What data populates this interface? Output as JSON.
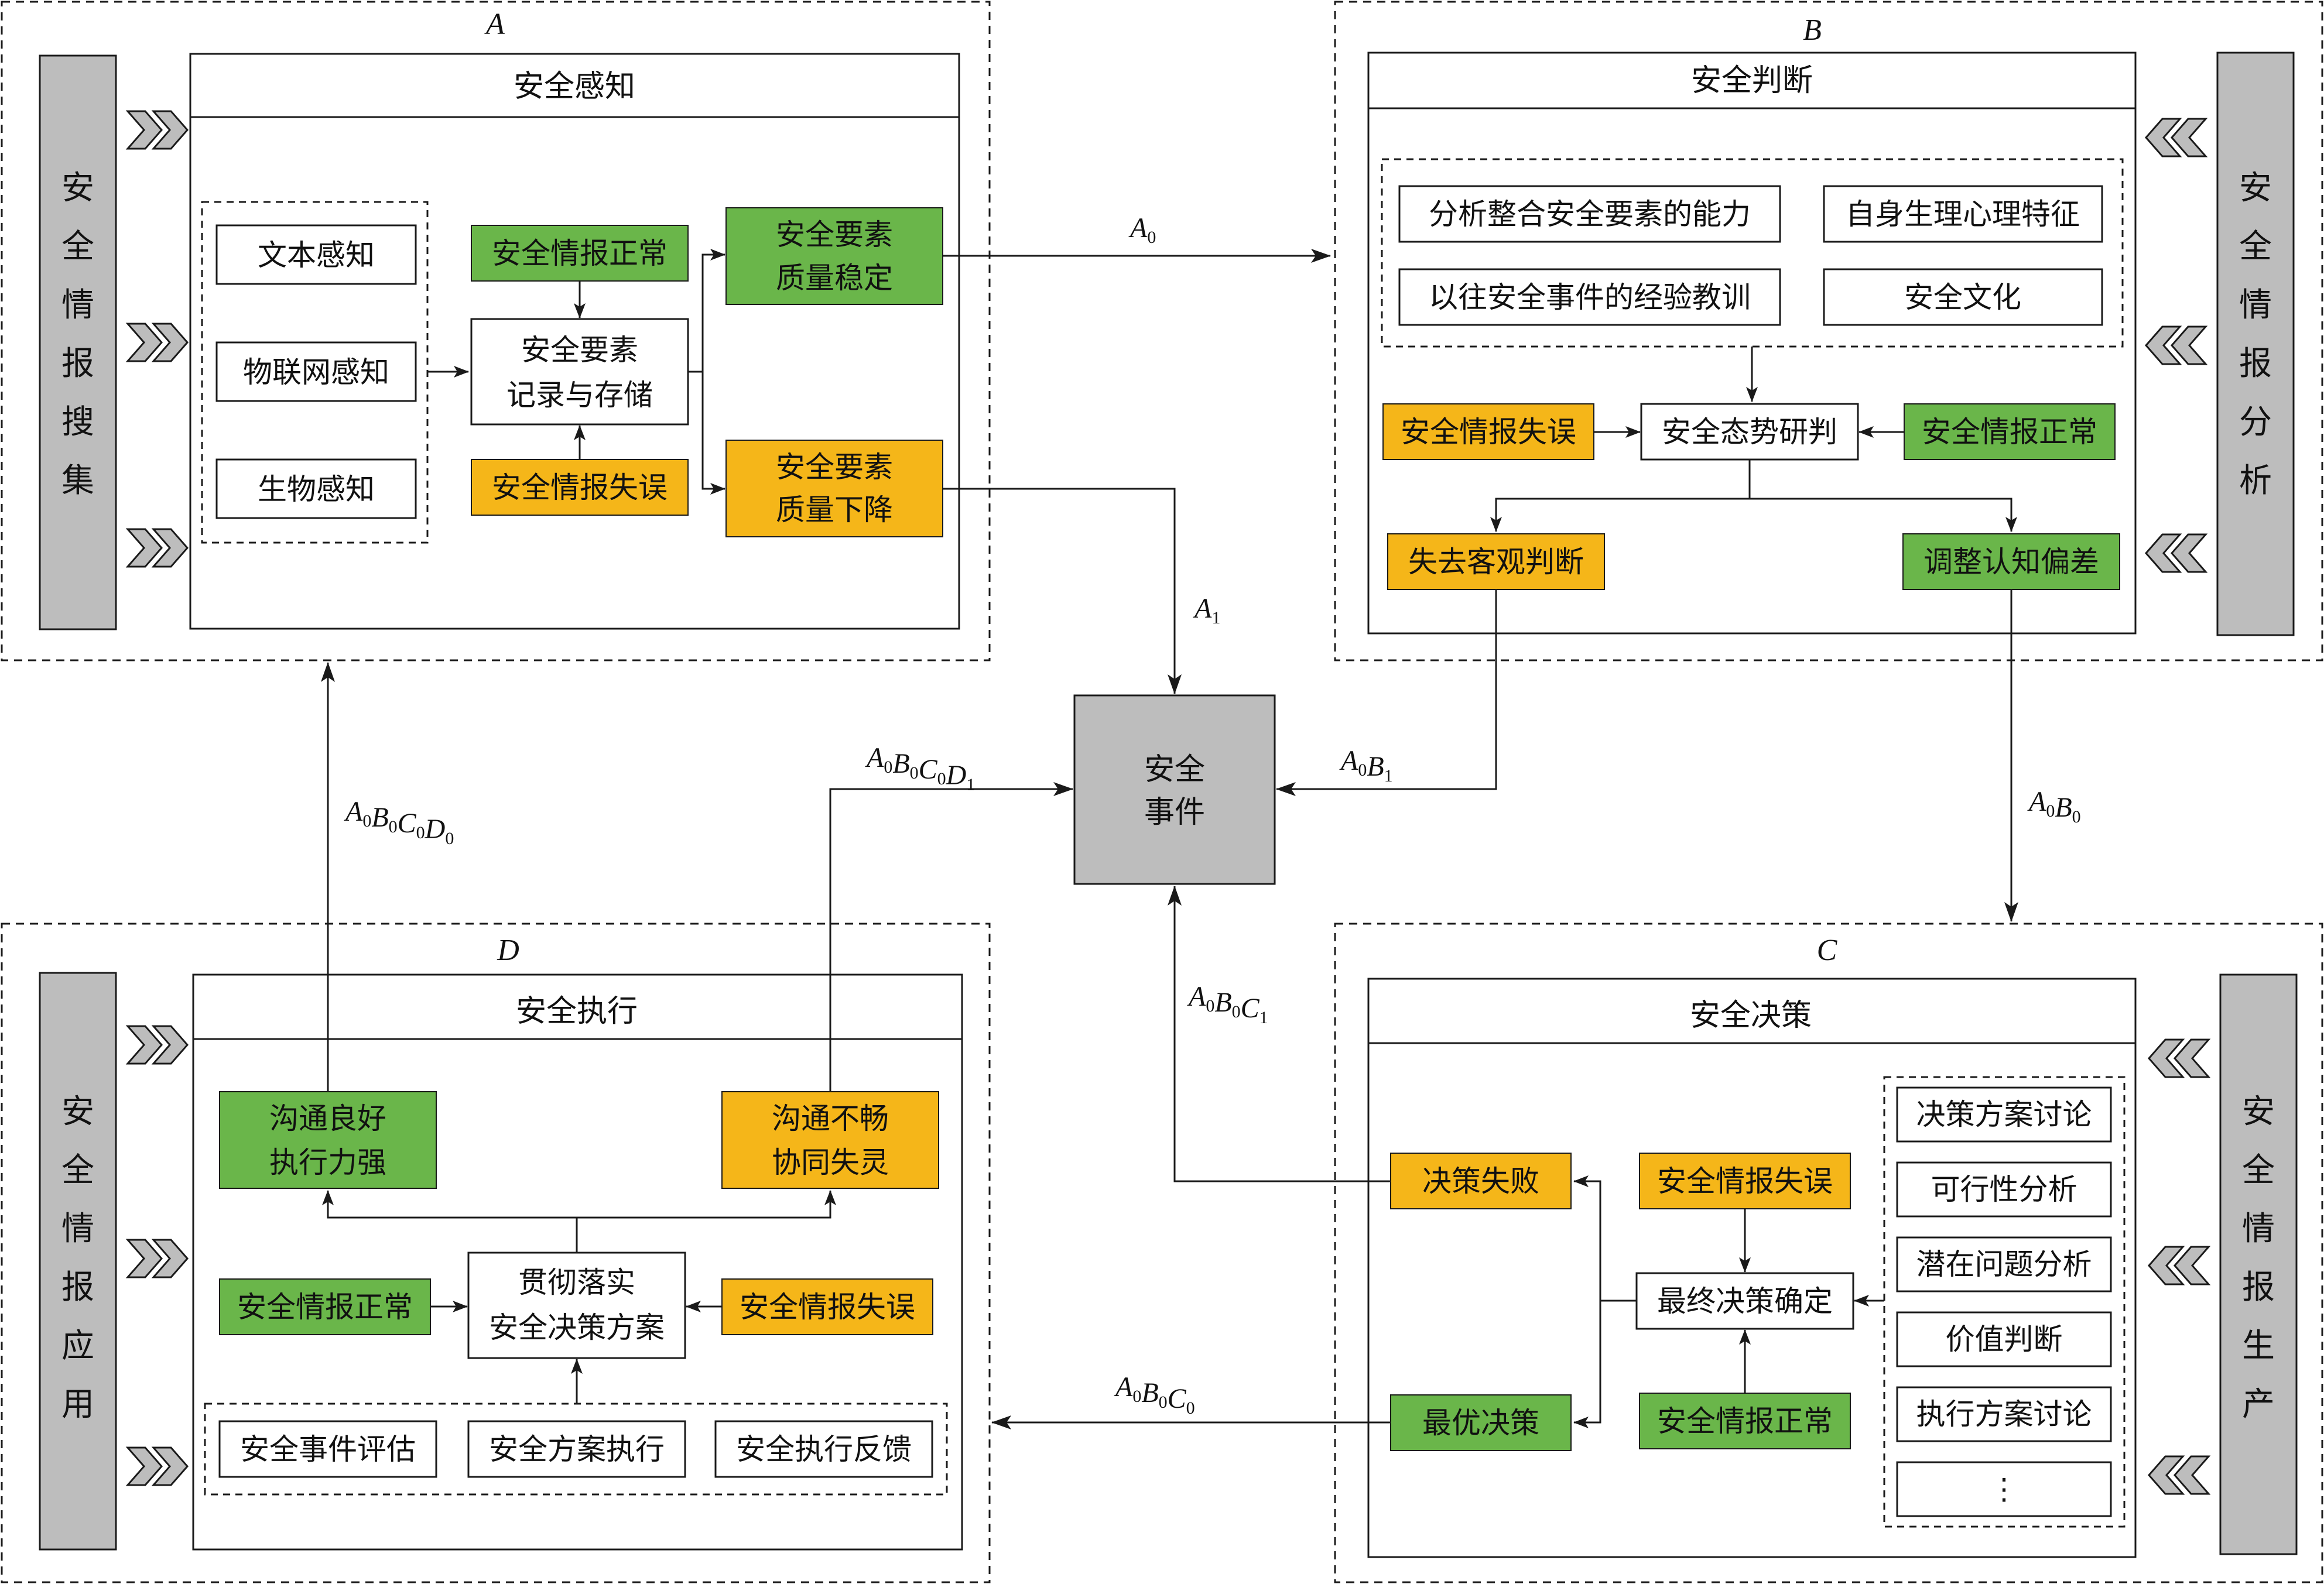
{
  "colors": {
    "green": "#6ab64a",
    "orange": "#f5b619",
    "grey": "#bdbdbd",
    "line": "#1a1a1a"
  },
  "quadrants": {
    "A": {
      "letter": "A",
      "title": "安全感知",
      "side": "安全情报搜集",
      "items": [
        "文本感知",
        "物联网感知",
        "生物感知"
      ],
      "record": [
        "安全要素",
        "记录与存储"
      ],
      "normal": "安全情报正常",
      "error": "安全情报失误",
      "stable": [
        "安全要素",
        "质量稳定"
      ],
      "decline": [
        "安全要素",
        "质量下降"
      ]
    },
    "B": {
      "letter": "B",
      "title": "安全判断",
      "side": "安全情报分析",
      "factors": [
        "分析整合安全要素的能力",
        "自身生理心理特征",
        "以往安全事件的经验教训",
        "安全文化"
      ],
      "center": "安全态势研判",
      "error": "安全情报失误",
      "normal": "安全情报正常",
      "lose": "失去客观判断",
      "adjust": "调整认知偏差"
    },
    "C": {
      "letter": "C",
      "title": "安全决策",
      "side": "安全情报生产",
      "steps": [
        "决策方案讨论",
        "可行性分析",
        "潜在问题分析",
        "价值判断",
        "执行方案讨论",
        "⋮"
      ],
      "center": "最终决策确定",
      "error": "安全情报失误",
      "normal": "安全情报正常",
      "fail": "决策失败",
      "best": "最优决策"
    },
    "D": {
      "letter": "D",
      "title": "安全执行",
      "side": "安全情报应用",
      "good": [
        "沟通良好",
        "执行力强"
      ],
      "bad": [
        "沟通不畅",
        "协同失灵"
      ],
      "center": [
        "贯彻落实",
        "安全决策方案"
      ],
      "normal": "安全情报正常",
      "error": "安全情报失误",
      "items": [
        "安全事件评估",
        "安全方案执行",
        "安全执行反馈"
      ]
    }
  },
  "event": [
    "安全",
    "事件"
  ],
  "edges": {
    "A0": {
      "base": [
        "A"
      ],
      "subs": [
        "0"
      ]
    },
    "A1": {
      "base": [
        "A"
      ],
      "subs": [
        "1"
      ]
    },
    "A0B1": {
      "base": [
        "A",
        "B"
      ],
      "subs": [
        "0",
        "1"
      ]
    },
    "A0B0": {
      "base": [
        "A",
        "B"
      ],
      "subs": [
        "0",
        "0"
      ]
    },
    "A0B0C1": {
      "base": [
        "A",
        "B",
        "C"
      ],
      "subs": [
        "0",
        "0",
        "1"
      ]
    },
    "A0B0C0": {
      "base": [
        "A",
        "B",
        "C"
      ],
      "subs": [
        "0",
        "0",
        "0"
      ]
    },
    "A0B0C0D1": {
      "base": [
        "A",
        "B",
        "C",
        "D"
      ],
      "subs": [
        "0",
        "0",
        "0",
        "1"
      ]
    },
    "A0B0C0D0": {
      "base": [
        "A",
        "B",
        "C",
        "D"
      ],
      "subs": [
        "0",
        "0",
        "0",
        "0"
      ]
    }
  }
}
